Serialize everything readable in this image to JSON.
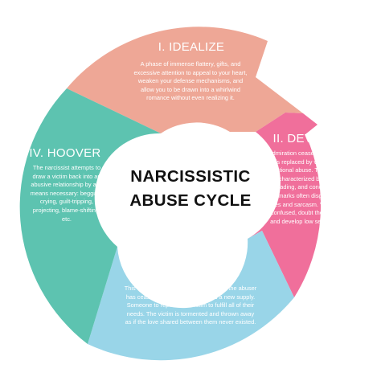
{
  "center": {
    "line1": "NARCISSISTIC",
    "line2": "ABUSE CYCLE"
  },
  "stages": [
    {
      "title": "I. IDEALIZE",
      "color": "#eea796",
      "text": "A phase of immense flattery, gifts, and excessive attention to appeal to your heart, weaken your defense mechanisms, and allow you to be drawn into a whirlwind romance without even realizing it."
    },
    {
      "title": "II. DEVALUE",
      "color": "#f06f9b",
      "text": "Admiration ceases to exist and is replaced by verbal and emotional abuse. This phase is characterized by cruel, degrading, and condescending remarks often disguised as jokes and sarcasm. Victims feel confused, doubt themselves, and develop low self-esteem."
    },
    {
      "title": "III. DISCARD",
      "color": "#99d5e8",
      "text": "This is where the victim's usefulness to the abuser has ceased. The abuser has found a new supply. Someone to replace the victim to fulfill all of their needs. The victim is tormented and thrown away as if the love shared between them never existed."
    },
    {
      "title": "IV. HOOVER",
      "color": "#5dc3b0",
      "text": "The narcissist attempts to draw a victim back into an abusive relationship by any means necessary: begging, crying, guilt-tripping, projecting, blame-shifting, etc."
    }
  ]
}
